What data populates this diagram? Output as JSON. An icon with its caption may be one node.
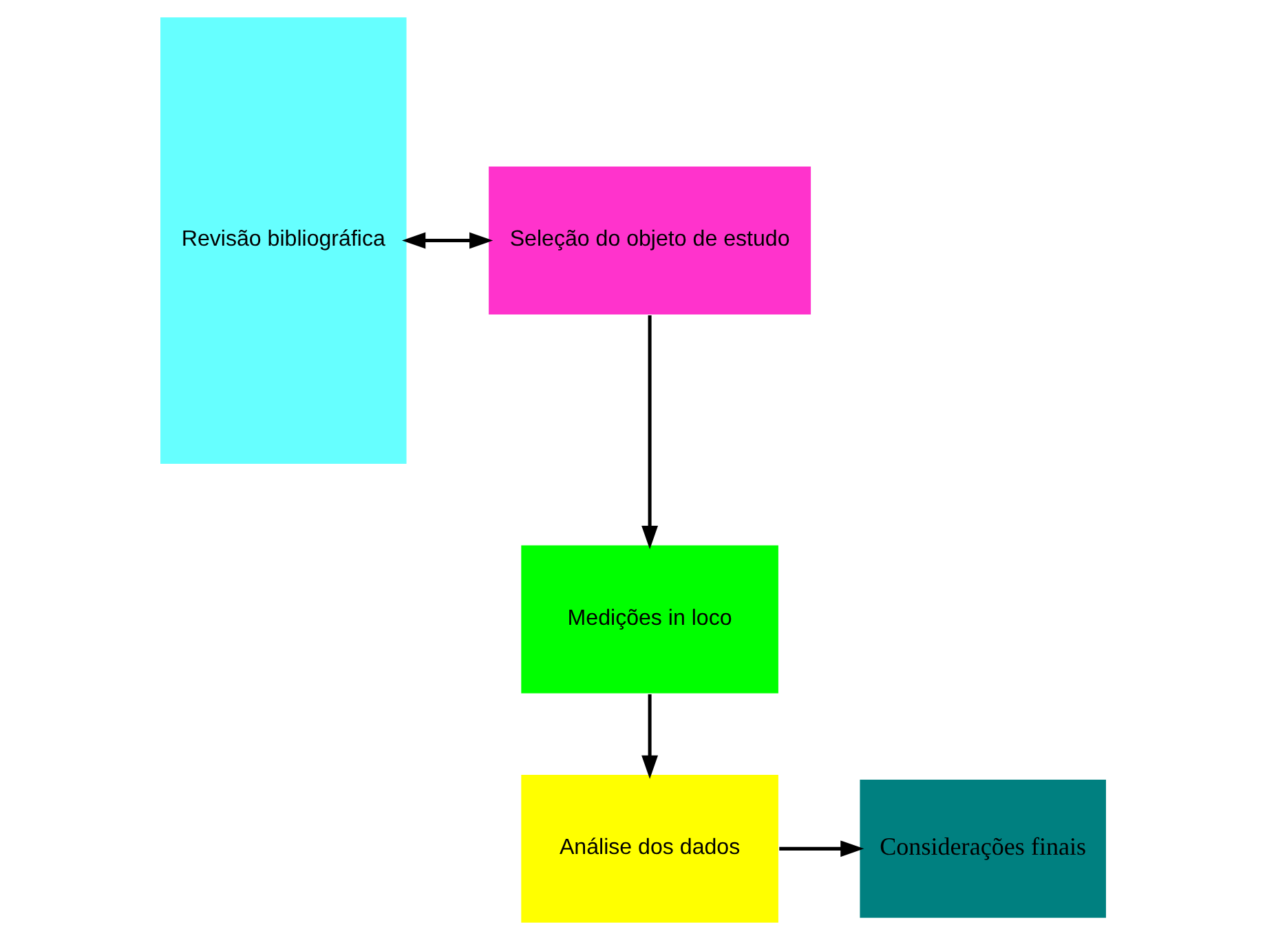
{
  "diagram": {
    "nodes": [
      {
        "text": [
          "Revisão bibliográfica"
        ]
      },
      {
        "text": [
          "Seleção do objeto de estudo"
        ]
      },
      {
        "text": [
          "Medições in loco"
        ]
      },
      {
        "text": [
          "Análise dos dados"
        ]
      },
      {
        "text": [
          "Considerações finais"
        ]
      }
    ],
    "edges": [
      {
        "from": 0,
        "to": 1,
        "arrow": "both"
      },
      {
        "from": 1,
        "to": 2,
        "arrow": "to"
      },
      {
        "from": 2,
        "to": 3,
        "arrow": "to"
      },
      {
        "from": 3,
        "to": 4,
        "arrow": "to"
      }
    ]
  }
}
